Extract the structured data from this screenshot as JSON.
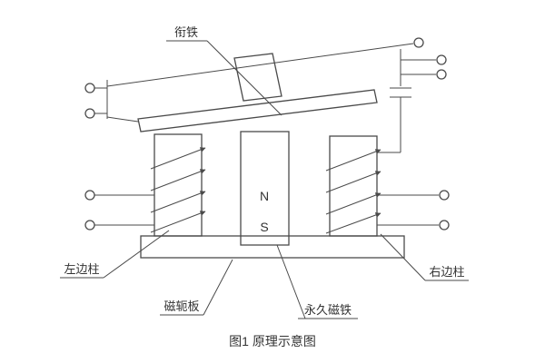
{
  "diagram": {
    "caption": "图1  原理示意图",
    "labels": {
      "armature": "衔铁",
      "left_column": "左边柱",
      "yoke_plate": "磁轭板",
      "permanent_magnet": "永久磁铁",
      "right_column": "右边柱"
    },
    "magnet_poles": {
      "north": "N",
      "south": "S"
    },
    "colors": {
      "line": "#4a4a4a",
      "text": "#333333",
      "background": "#ffffff"
    }
  }
}
